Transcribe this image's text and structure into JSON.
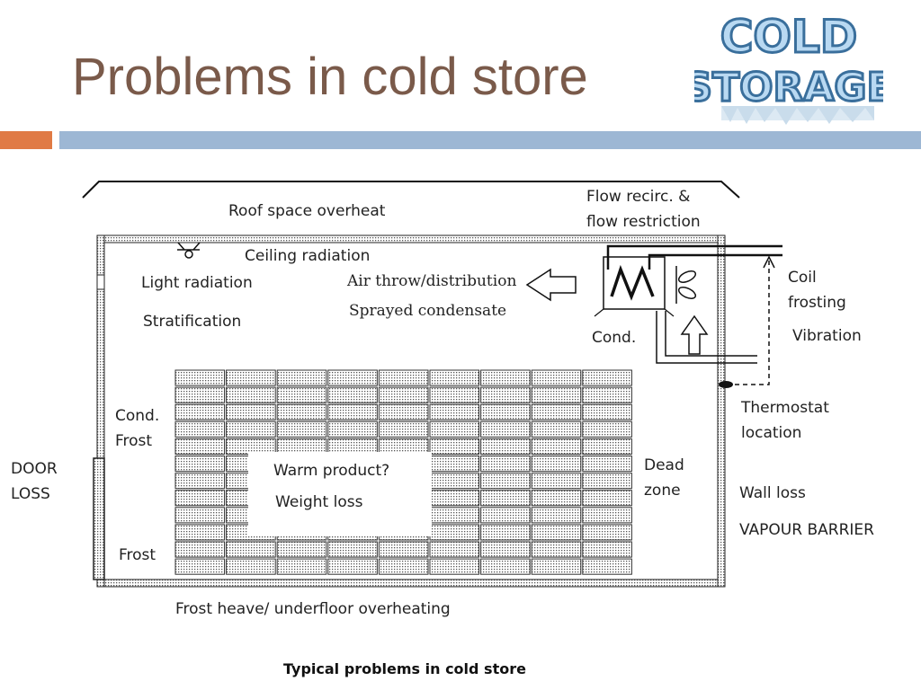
{
  "slide": {
    "title": "Problems in cold store"
  },
  "logo": {
    "line1": "COLD",
    "line2": "STORAGE"
  },
  "diagram": {
    "roof": "Roof space overheat",
    "flow_line1": "Flow recirc. &",
    "flow_line2": "flow restriction",
    "ceiling_radiation": "Ceiling radiation",
    "light_radiation": "Light radiation",
    "stratification": "Stratification",
    "air_throw": "Air throw/distribution",
    "sprayed_condensate": "Sprayed condensate",
    "coil_line1": "Coil",
    "coil_line2": "frosting",
    "vibration": "Vibration",
    "cond_evap": "Cond.",
    "thermostat_line1": "Thermostat",
    "thermostat_line2": "location",
    "cond_frost_line1": "Cond.",
    "cond_frost_line2": "Frost",
    "door_line1": "DOOR",
    "door_line2": "LOSS",
    "warm_product": "Warm product?",
    "weight_loss": "Weight loss",
    "dead_line1": "Dead",
    "dead_line2": "zone",
    "wall_loss": "Wall loss",
    "vapour_barrier": "VAPOUR BARRIER",
    "frost": "Frost",
    "frost_heave": "Frost heave/ underfloor overheating",
    "caption": "Typical problems in cold store"
  }
}
